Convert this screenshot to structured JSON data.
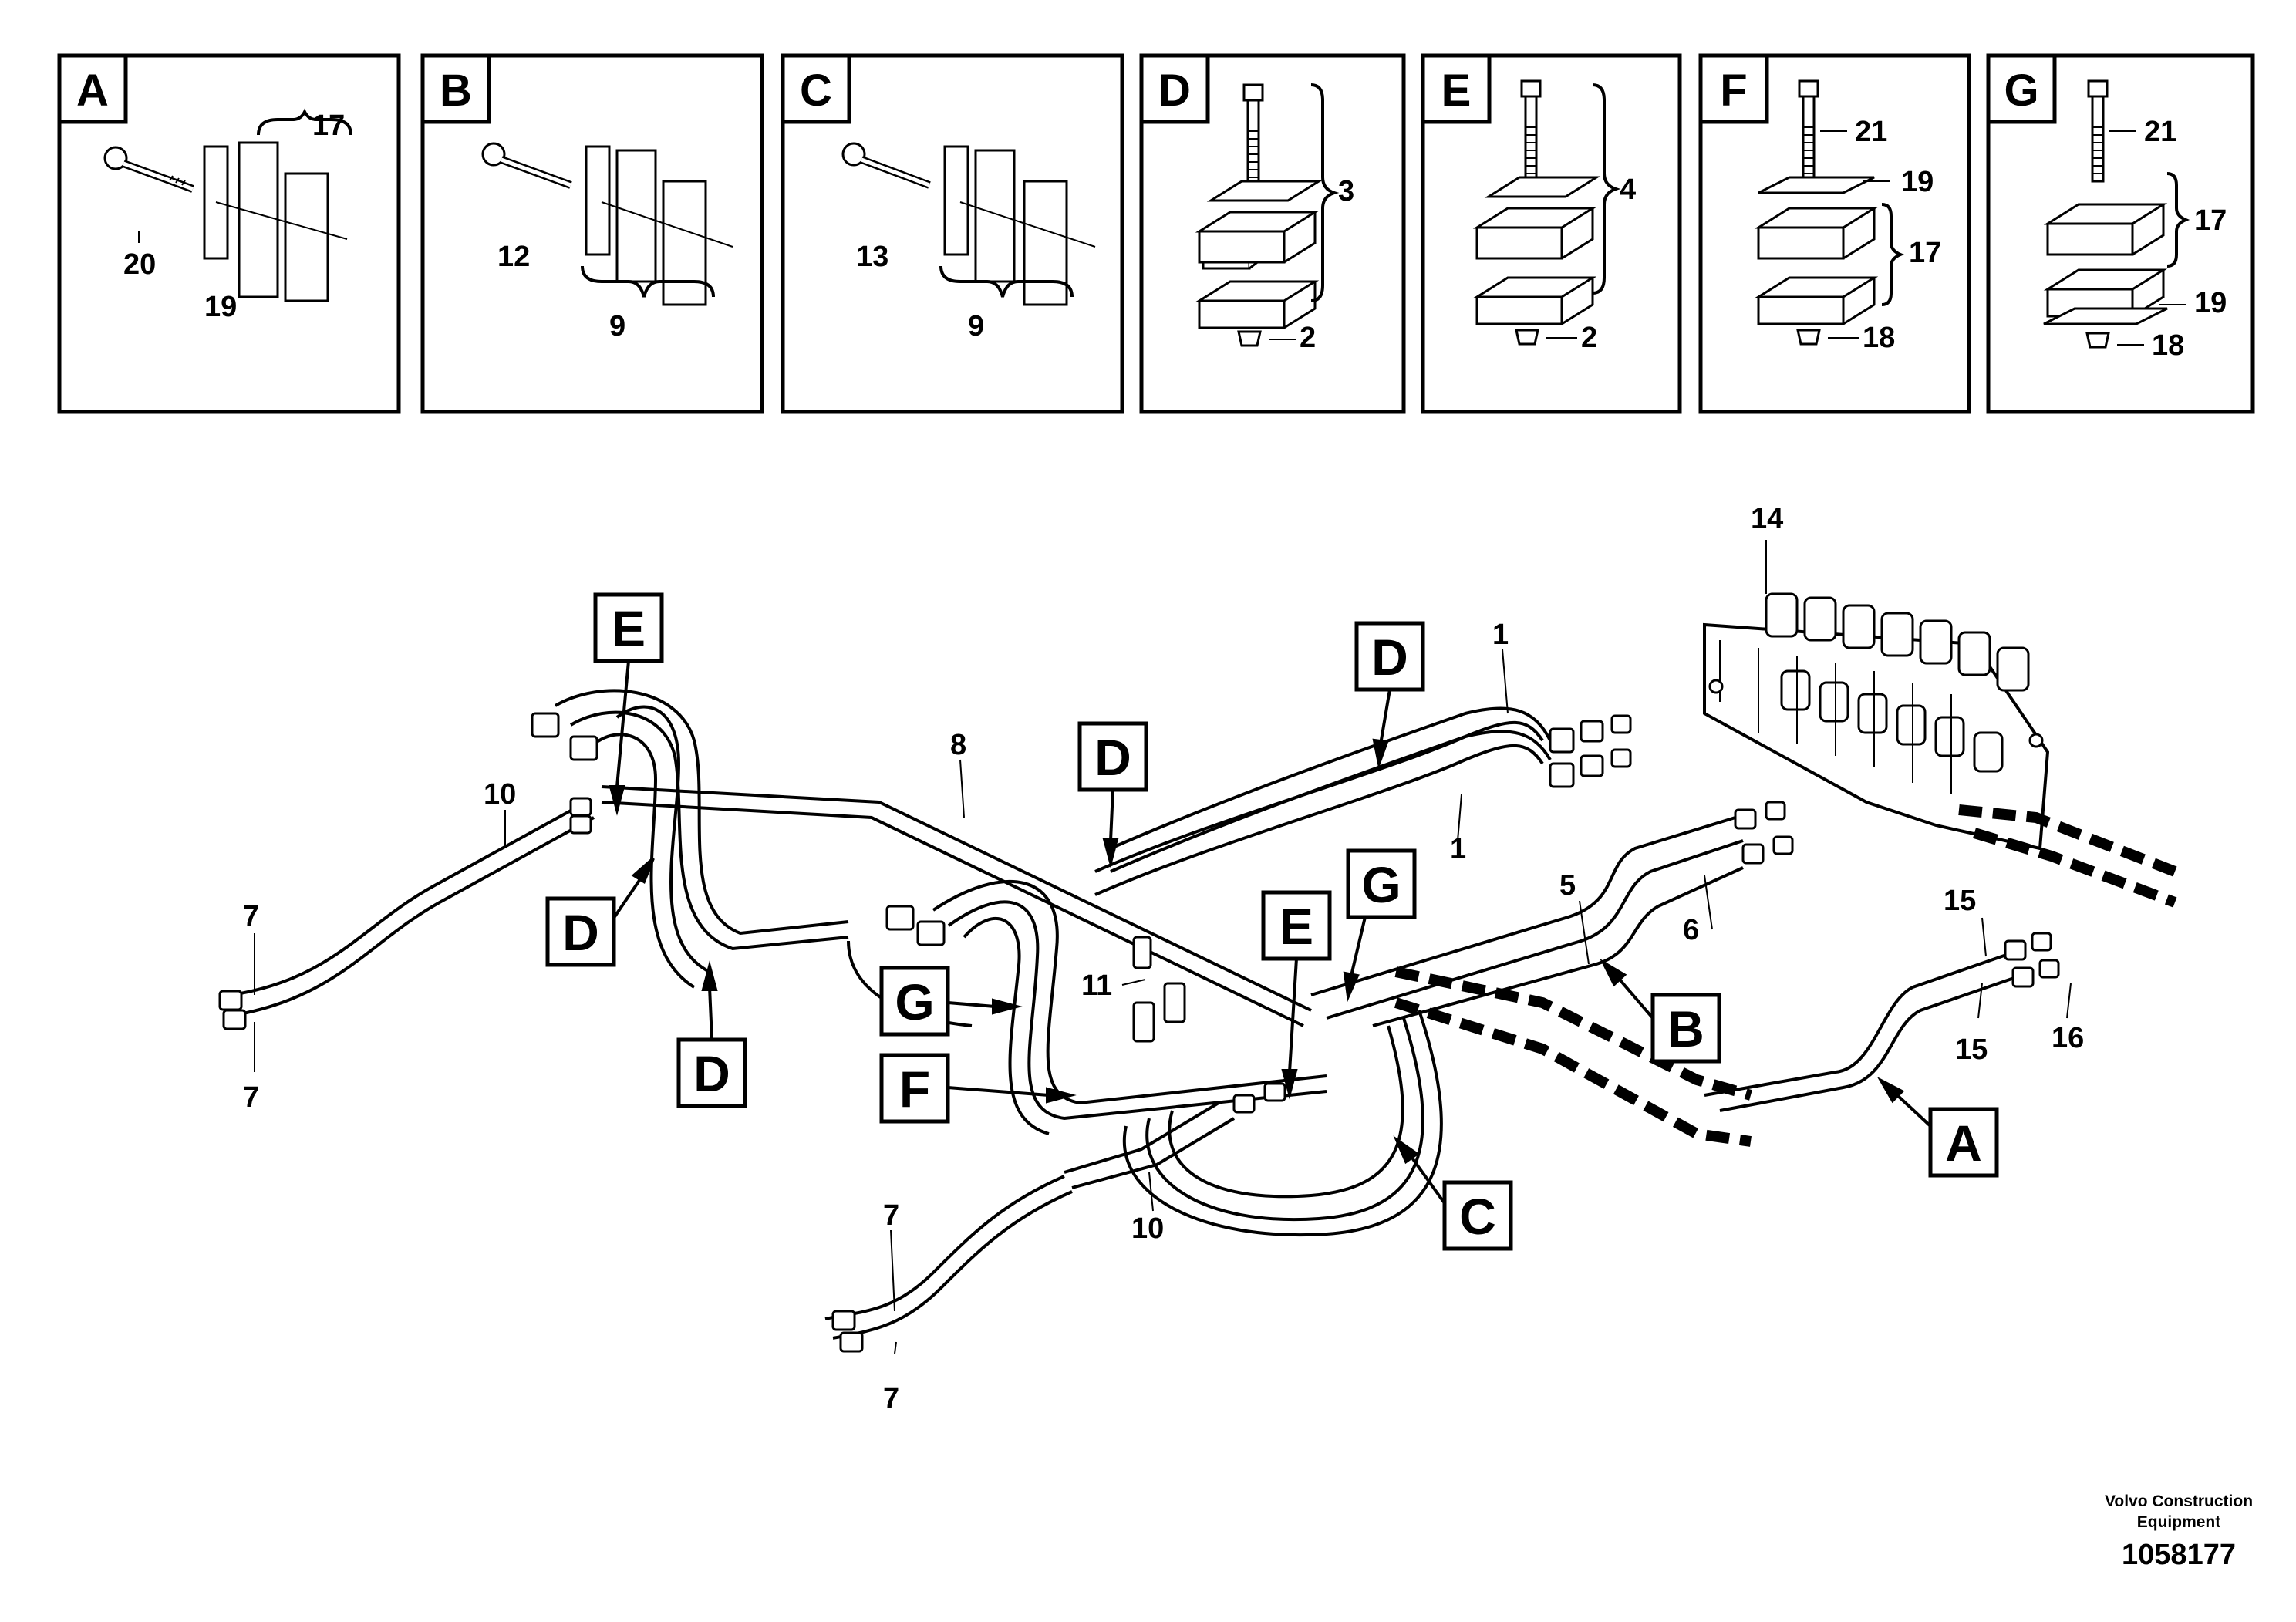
{
  "detail_panels": [
    {
      "letter": "A",
      "labels": [
        "17",
        "20",
        "19"
      ]
    },
    {
      "letter": "B",
      "labels": [
        "12",
        "9"
      ]
    },
    {
      "letter": "C",
      "labels": [
        "13",
        "9"
      ]
    },
    {
      "letter": "D",
      "labels": [
        "3",
        "2"
      ]
    },
    {
      "letter": "E",
      "labels": [
        "4",
        "2"
      ]
    },
    {
      "letter": "F",
      "labels": [
        "21",
        "19",
        "17",
        "18"
      ]
    },
    {
      "letter": "G",
      "labels": [
        "21",
        "17",
        "19",
        "18"
      ]
    }
  ],
  "callouts": {
    "E1": "E",
    "D1": "D",
    "D2": "D",
    "D3": "D",
    "D4": "D",
    "G1": "G",
    "F1": "F",
    "E2": "E",
    "G2": "G",
    "B1": "B",
    "C1": "C",
    "A1": "A"
  },
  "part_numbers": {
    "p14": "14",
    "p1a": "1",
    "p1b": "1",
    "p8": "8",
    "p10a": "10",
    "p10b": "10",
    "p7a": "7",
    "p7b": "7",
    "p7c": "7",
    "p7d": "7",
    "p11": "11",
    "p5": "5",
    "p6": "6",
    "p15a": "15",
    "p15b": "15",
    "p16": "16"
  },
  "footer": {
    "credit_line1": "Volvo Construction",
    "credit_line2": "Equipment",
    "doc_number": "1058177"
  }
}
